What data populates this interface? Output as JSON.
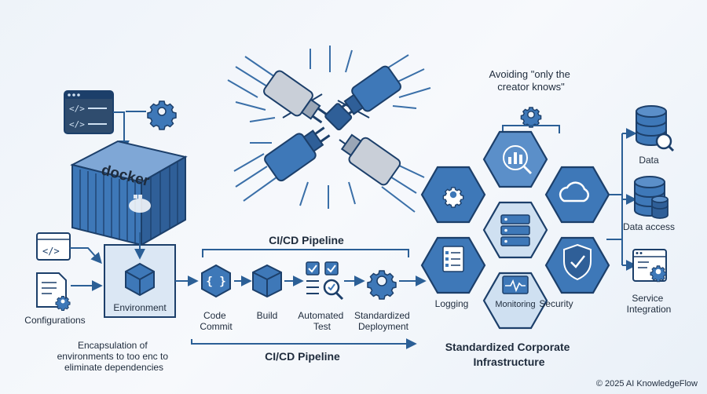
{
  "left": {
    "docker_label": "docker",
    "environment_label": "Environment",
    "configurations_label": "Configurations",
    "encapsulation_text": [
      "Encapsulation of",
      "environments to too enc to",
      "eliminate dependencies"
    ]
  },
  "pipeline": {
    "title_top": "CI/CD Pipeline",
    "title_bottom": "CI/CD Pipeline",
    "stages": [
      {
        "label": [
          "Code",
          "Commit"
        ],
        "icon": "code-braces-icon"
      },
      {
        "label": [
          "Build"
        ],
        "icon": "package-icon"
      },
      {
        "label": [
          "Automated",
          "Test"
        ],
        "icon": "checklist-magnifier-icon"
      },
      {
        "label": [
          "Standardized",
          "Deployment"
        ],
        "icon": "gear-icon"
      }
    ]
  },
  "infrastructure": {
    "top_note": [
      "Avoiding \"only the",
      "creator knows\""
    ],
    "cells": [
      "Logging",
      "Monitoring",
      "Security"
    ],
    "title": [
      "Standardized Corporate",
      "Infrastructure"
    ]
  },
  "services": [
    {
      "label": [
        "Data"
      ],
      "icon": "database-search-icon"
    },
    {
      "label": [
        "Data access"
      ],
      "icon": "database-stack-icon"
    },
    {
      "label": [
        "Service",
        "Integration"
      ],
      "icon": "window-gear-icon"
    }
  ],
  "footer": {
    "copyright": "© 2025 AI KnowledgeFlow"
  },
  "colors": {
    "primary": "#3e78b8",
    "dark": "#1c3f6a",
    "light": "#cfe0f1",
    "line": "#2b5f96"
  }
}
